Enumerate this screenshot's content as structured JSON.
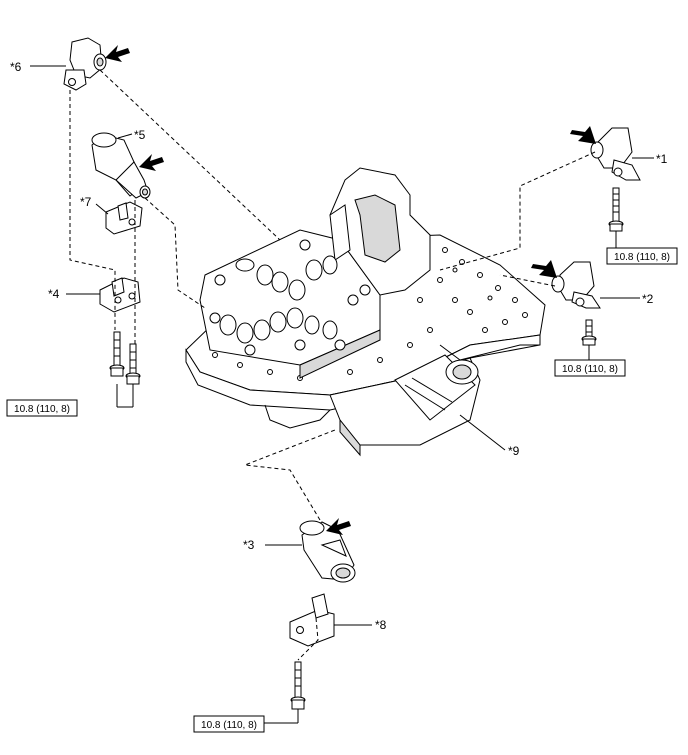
{
  "callouts": {
    "c1": "*1",
    "c2": "*2",
    "c3": "*3",
    "c4": "*4",
    "c5": "*5",
    "c6": "*6",
    "c7": "*7",
    "c8": "*8",
    "c9": "*9"
  },
  "torque": {
    "t1": "10.8 (110, 8)",
    "t2": "10.8 (110, 8)",
    "t3": "10.8 (110, 8)",
    "t4": "10.8 (110, 8)"
  }
}
